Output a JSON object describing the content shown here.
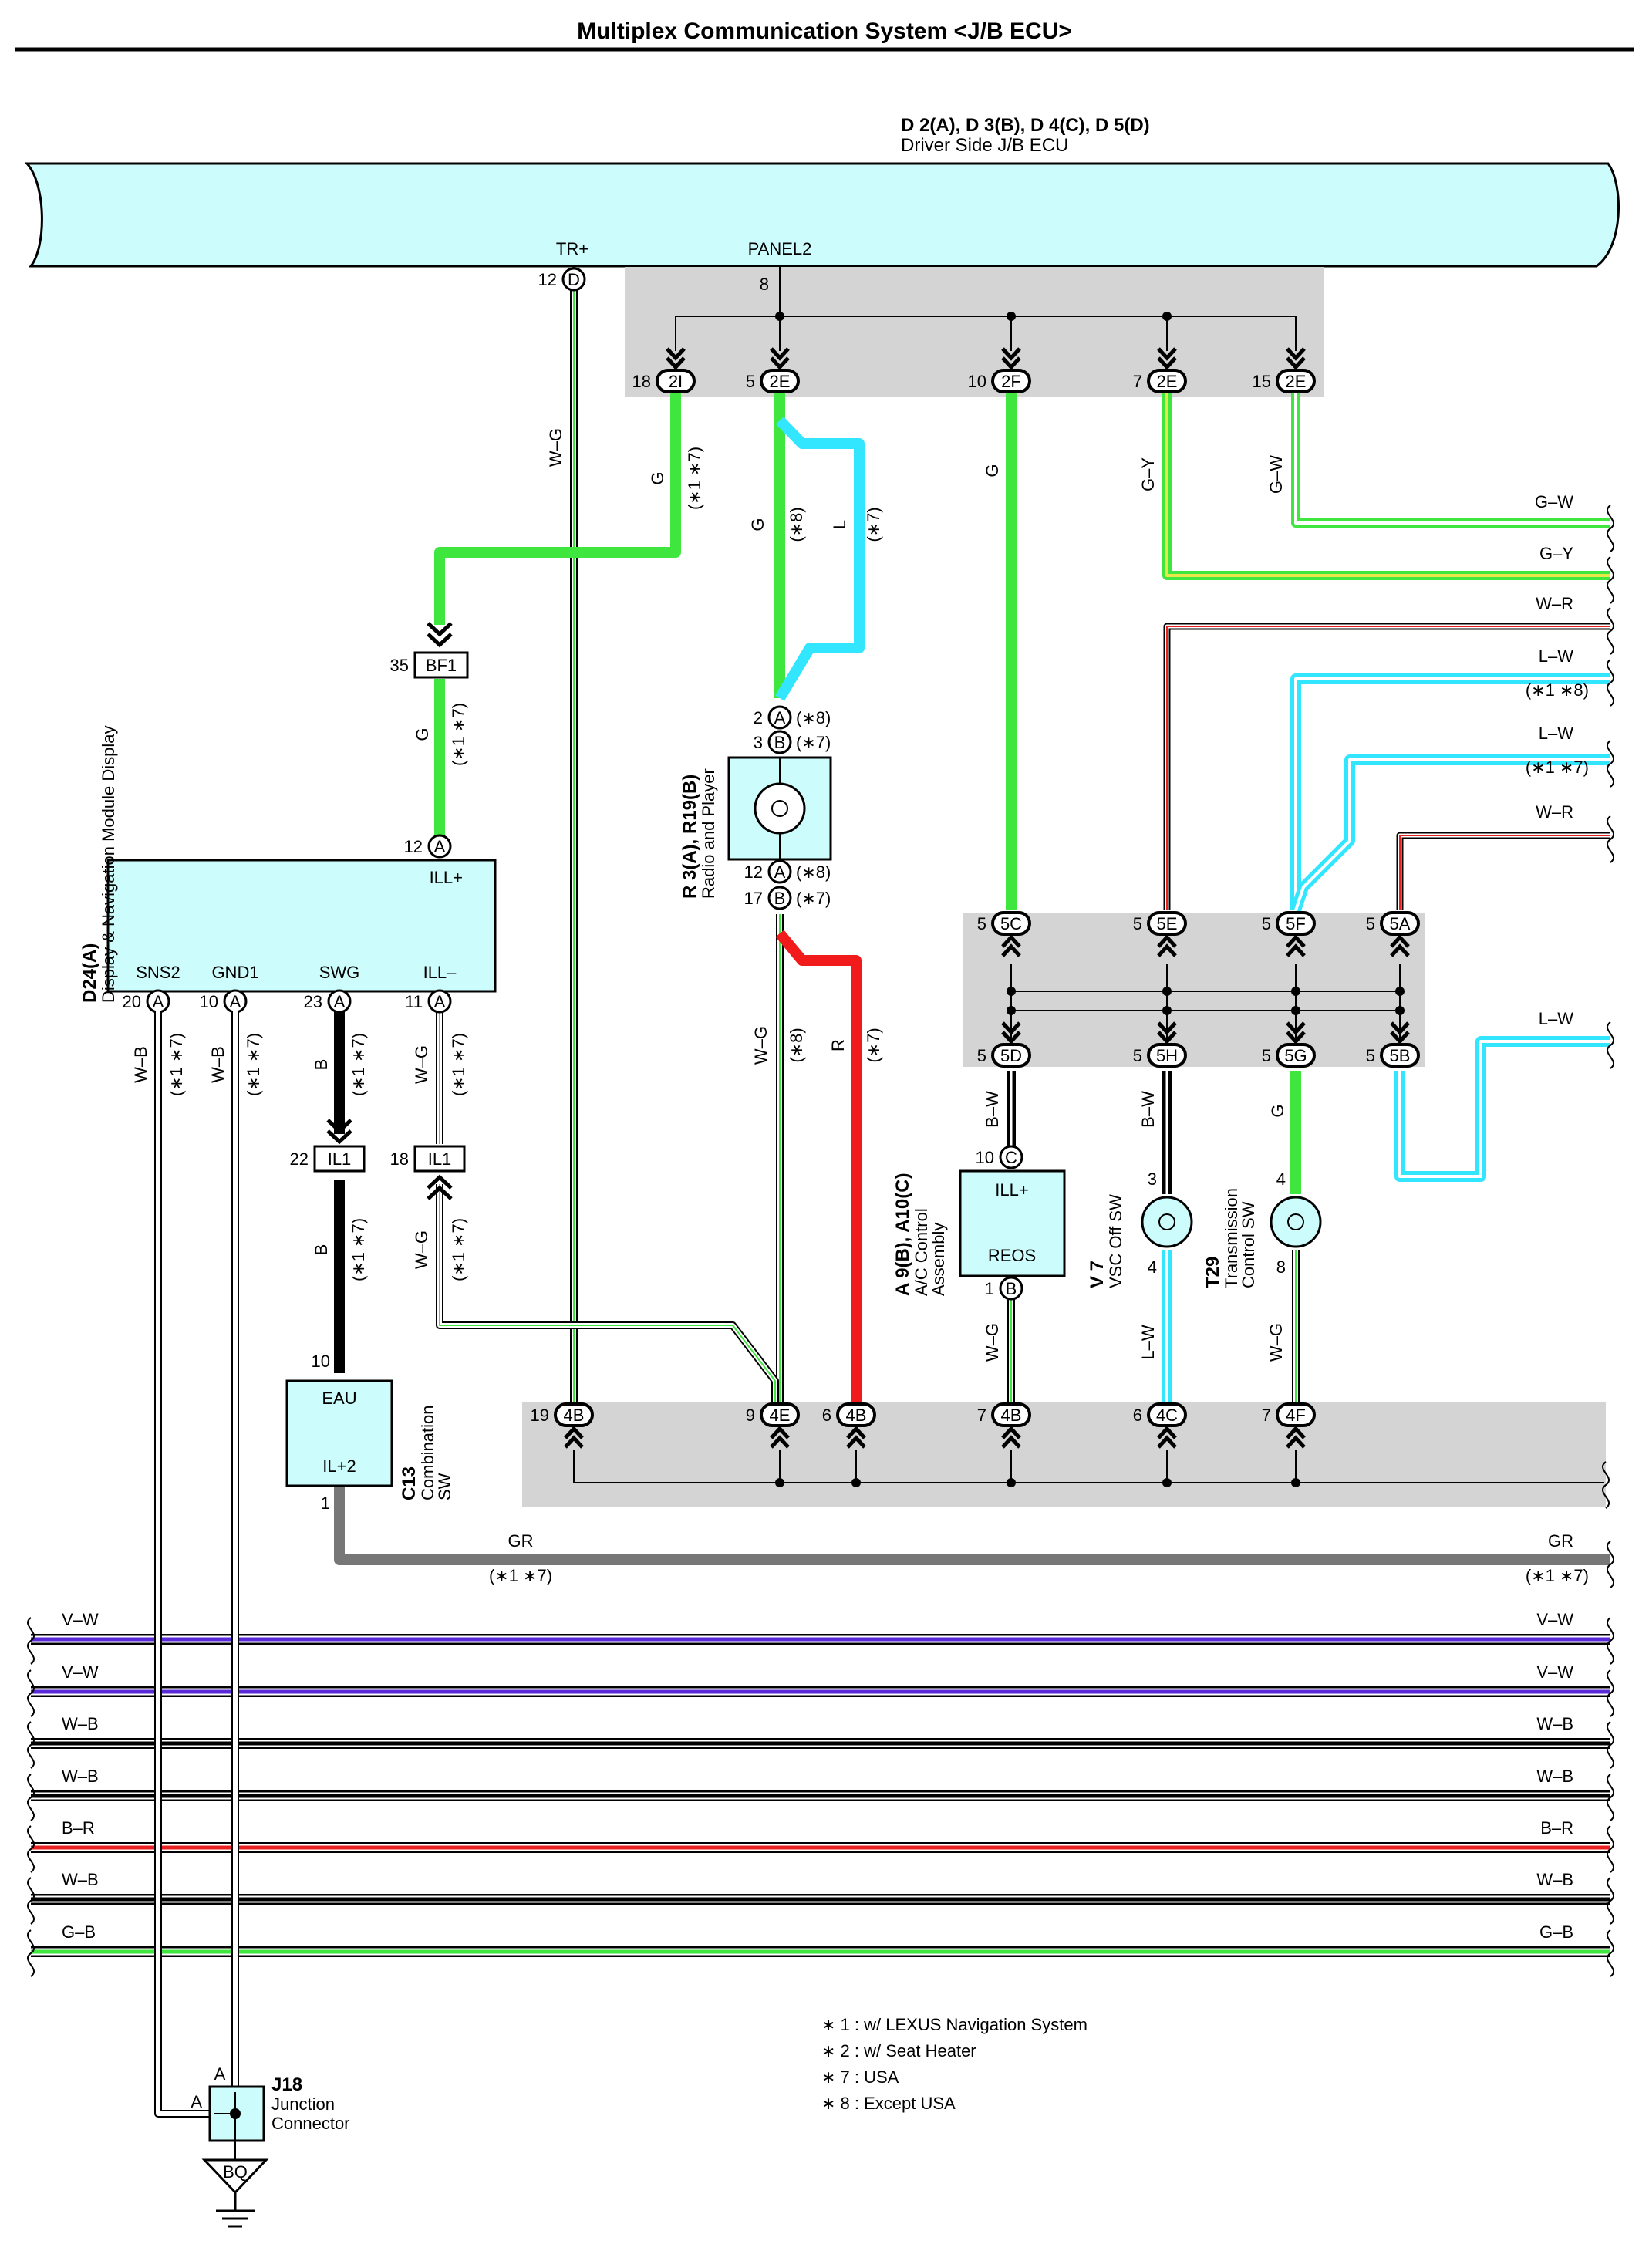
{
  "title": "Multiplex Communication System <J/B ECU>",
  "ecu": {
    "code": "D 2(A), D 3(B), D 4(C), D 5(D)",
    "name": "Driver Side J/B ECU",
    "tr_label": "TR+",
    "panel_label": "PANEL2",
    "tr_pin": "12",
    "tr_conn": "D",
    "panel_pin": "8"
  },
  "top_terminals": [
    {
      "pin": "18",
      "conn": "2I"
    },
    {
      "pin": "5",
      "conn": "2E"
    },
    {
      "pin": "10",
      "conn": "2F"
    },
    {
      "pin": "7",
      "conn": "2E"
    },
    {
      "pin": "15",
      "conn": "2E"
    }
  ],
  "mid_top_terminals": [
    {
      "pin": "5",
      "conn": "5C"
    },
    {
      "pin": "5",
      "conn": "5E"
    },
    {
      "pin": "5",
      "conn": "5F"
    },
    {
      "pin": "5",
      "conn": "5A"
    }
  ],
  "mid_bottom_terminals": [
    {
      "pin": "5",
      "conn": "5D"
    },
    {
      "pin": "5",
      "conn": "5H"
    },
    {
      "pin": "5",
      "conn": "5G"
    },
    {
      "pin": "5",
      "conn": "5B"
    }
  ],
  "bottom_terminals": [
    {
      "pin": "19",
      "conn": "4B"
    },
    {
      "pin": "9",
      "conn": "4E"
    },
    {
      "pin": "6",
      "conn": "4B"
    },
    {
      "pin": "7",
      "conn": "4B"
    },
    {
      "pin": "6",
      "conn": "4C"
    },
    {
      "pin": "7",
      "conn": "4F"
    }
  ],
  "display": {
    "code": "D24(A)",
    "name": "Display & Navigation Module Display",
    "ill_plus": "ILL+",
    "ill_plus_pin": "12",
    "pins": [
      {
        "label": "SNS2",
        "pin": "20"
      },
      {
        "label": "GND1",
        "pin": "10"
      },
      {
        "label": "SWG",
        "pin": "23"
      },
      {
        "label": "ILL–",
        "pin": "11"
      }
    ],
    "conn": "A"
  },
  "radio": {
    "code": "R 3(A), R19(B)",
    "name": "Radio and Player",
    "top_pins": [
      {
        "pin": "2",
        "conn": "A",
        "note": "(∗8)"
      },
      {
        "pin": "3",
        "conn": "B",
        "note": "(∗7)"
      }
    ],
    "bottom_pins": [
      {
        "pin": "12",
        "conn": "A",
        "note": "(∗8)"
      },
      {
        "pin": "17",
        "conn": "B",
        "note": "(∗7)"
      }
    ]
  },
  "ac": {
    "code": "A 9(B), A10(C)",
    "name": "A/C Control",
    "name2": "Assembly",
    "ill_plus": "ILL+",
    "reos": "REOS",
    "pin_top": "10",
    "conn_top": "C",
    "pin_bottom": "1",
    "conn_bottom": "B"
  },
  "vsc": {
    "code": "V 7",
    "name": "VSC Off SW",
    "pin_top": "3",
    "pin_bottom": "4"
  },
  "trans": {
    "code": "T29",
    "name": "Transmission",
    "name2": "Control SW",
    "pin_top": "4",
    "pin_bottom": "8"
  },
  "combo": {
    "code": "C13",
    "name": "Combination",
    "name2": "SW",
    "eau": "EAU",
    "il2": "IL+2",
    "pin_top": "10",
    "pin_bottom": "1"
  },
  "bf1": {
    "pin": "35",
    "name": "BF1"
  },
  "il1_left": {
    "pin": "22",
    "name": "IL1"
  },
  "il1_right": {
    "pin": "18",
    "name": "IL1"
  },
  "junction": {
    "code": "J18",
    "name": "Junction",
    "name2": "Connector",
    "pin_a_left": "A",
    "pin_a_top": "A"
  },
  "ground": {
    "label": "BQ"
  },
  "wire_labels": {
    "wg": "W–G",
    "g": "G",
    "l": "L",
    "b": "B",
    "wb": "W–B",
    "gy": "G–Y",
    "gw": "G–W",
    "bw": "B–W",
    "lw": "L–W",
    "r": "R",
    "gr": "GR",
    "n17": "(∗1 ∗7)",
    "n18": "(∗1 ∗8)",
    "n8": "(∗8)",
    "n7": "(∗7)"
  },
  "right_wires": [
    {
      "label": "G–W",
      "note": ""
    },
    {
      "label": "G–Y",
      "note": ""
    },
    {
      "label": "W–R",
      "note": ""
    },
    {
      "label": "L–W",
      "note": "(∗1 ∗8)"
    },
    {
      "label": "L–W",
      "note": "(∗1 ∗7)"
    },
    {
      "label": "W–R",
      "note": ""
    },
    {
      "label": "L–W",
      "note": ""
    }
  ],
  "gr_wire": {
    "label": "GR",
    "note": "(∗1 ∗7)"
  },
  "bus_wires": [
    {
      "label": "V–W",
      "color": "#5a2ad8"
    },
    {
      "label": "V–W",
      "color": "#5a2ad8"
    },
    {
      "label": "W–B",
      "color": "#000000"
    },
    {
      "label": "W–B",
      "color": "#000000"
    },
    {
      "label": "B–R",
      "color": "#e82020"
    },
    {
      "label": "W–B",
      "color": "#000000"
    },
    {
      "label": "G–B",
      "color": "#3ee63e"
    }
  ],
  "colors": {
    "ecu_fill": "#cdfcfc",
    "shade": "#d4d4d4",
    "green": "#3ee63e",
    "cyan": "#33e6ff",
    "red": "#f21b1b",
    "gray": "#777777",
    "yellow": "#e8e84a",
    "violet": "#5a2ad8"
  },
  "notes": [
    "∗ 1 : w/ LEXUS Navigation System",
    "∗ 2 : w/ Seat Heater",
    "∗ 7 : USA",
    "∗ 8 : Except USA"
  ]
}
